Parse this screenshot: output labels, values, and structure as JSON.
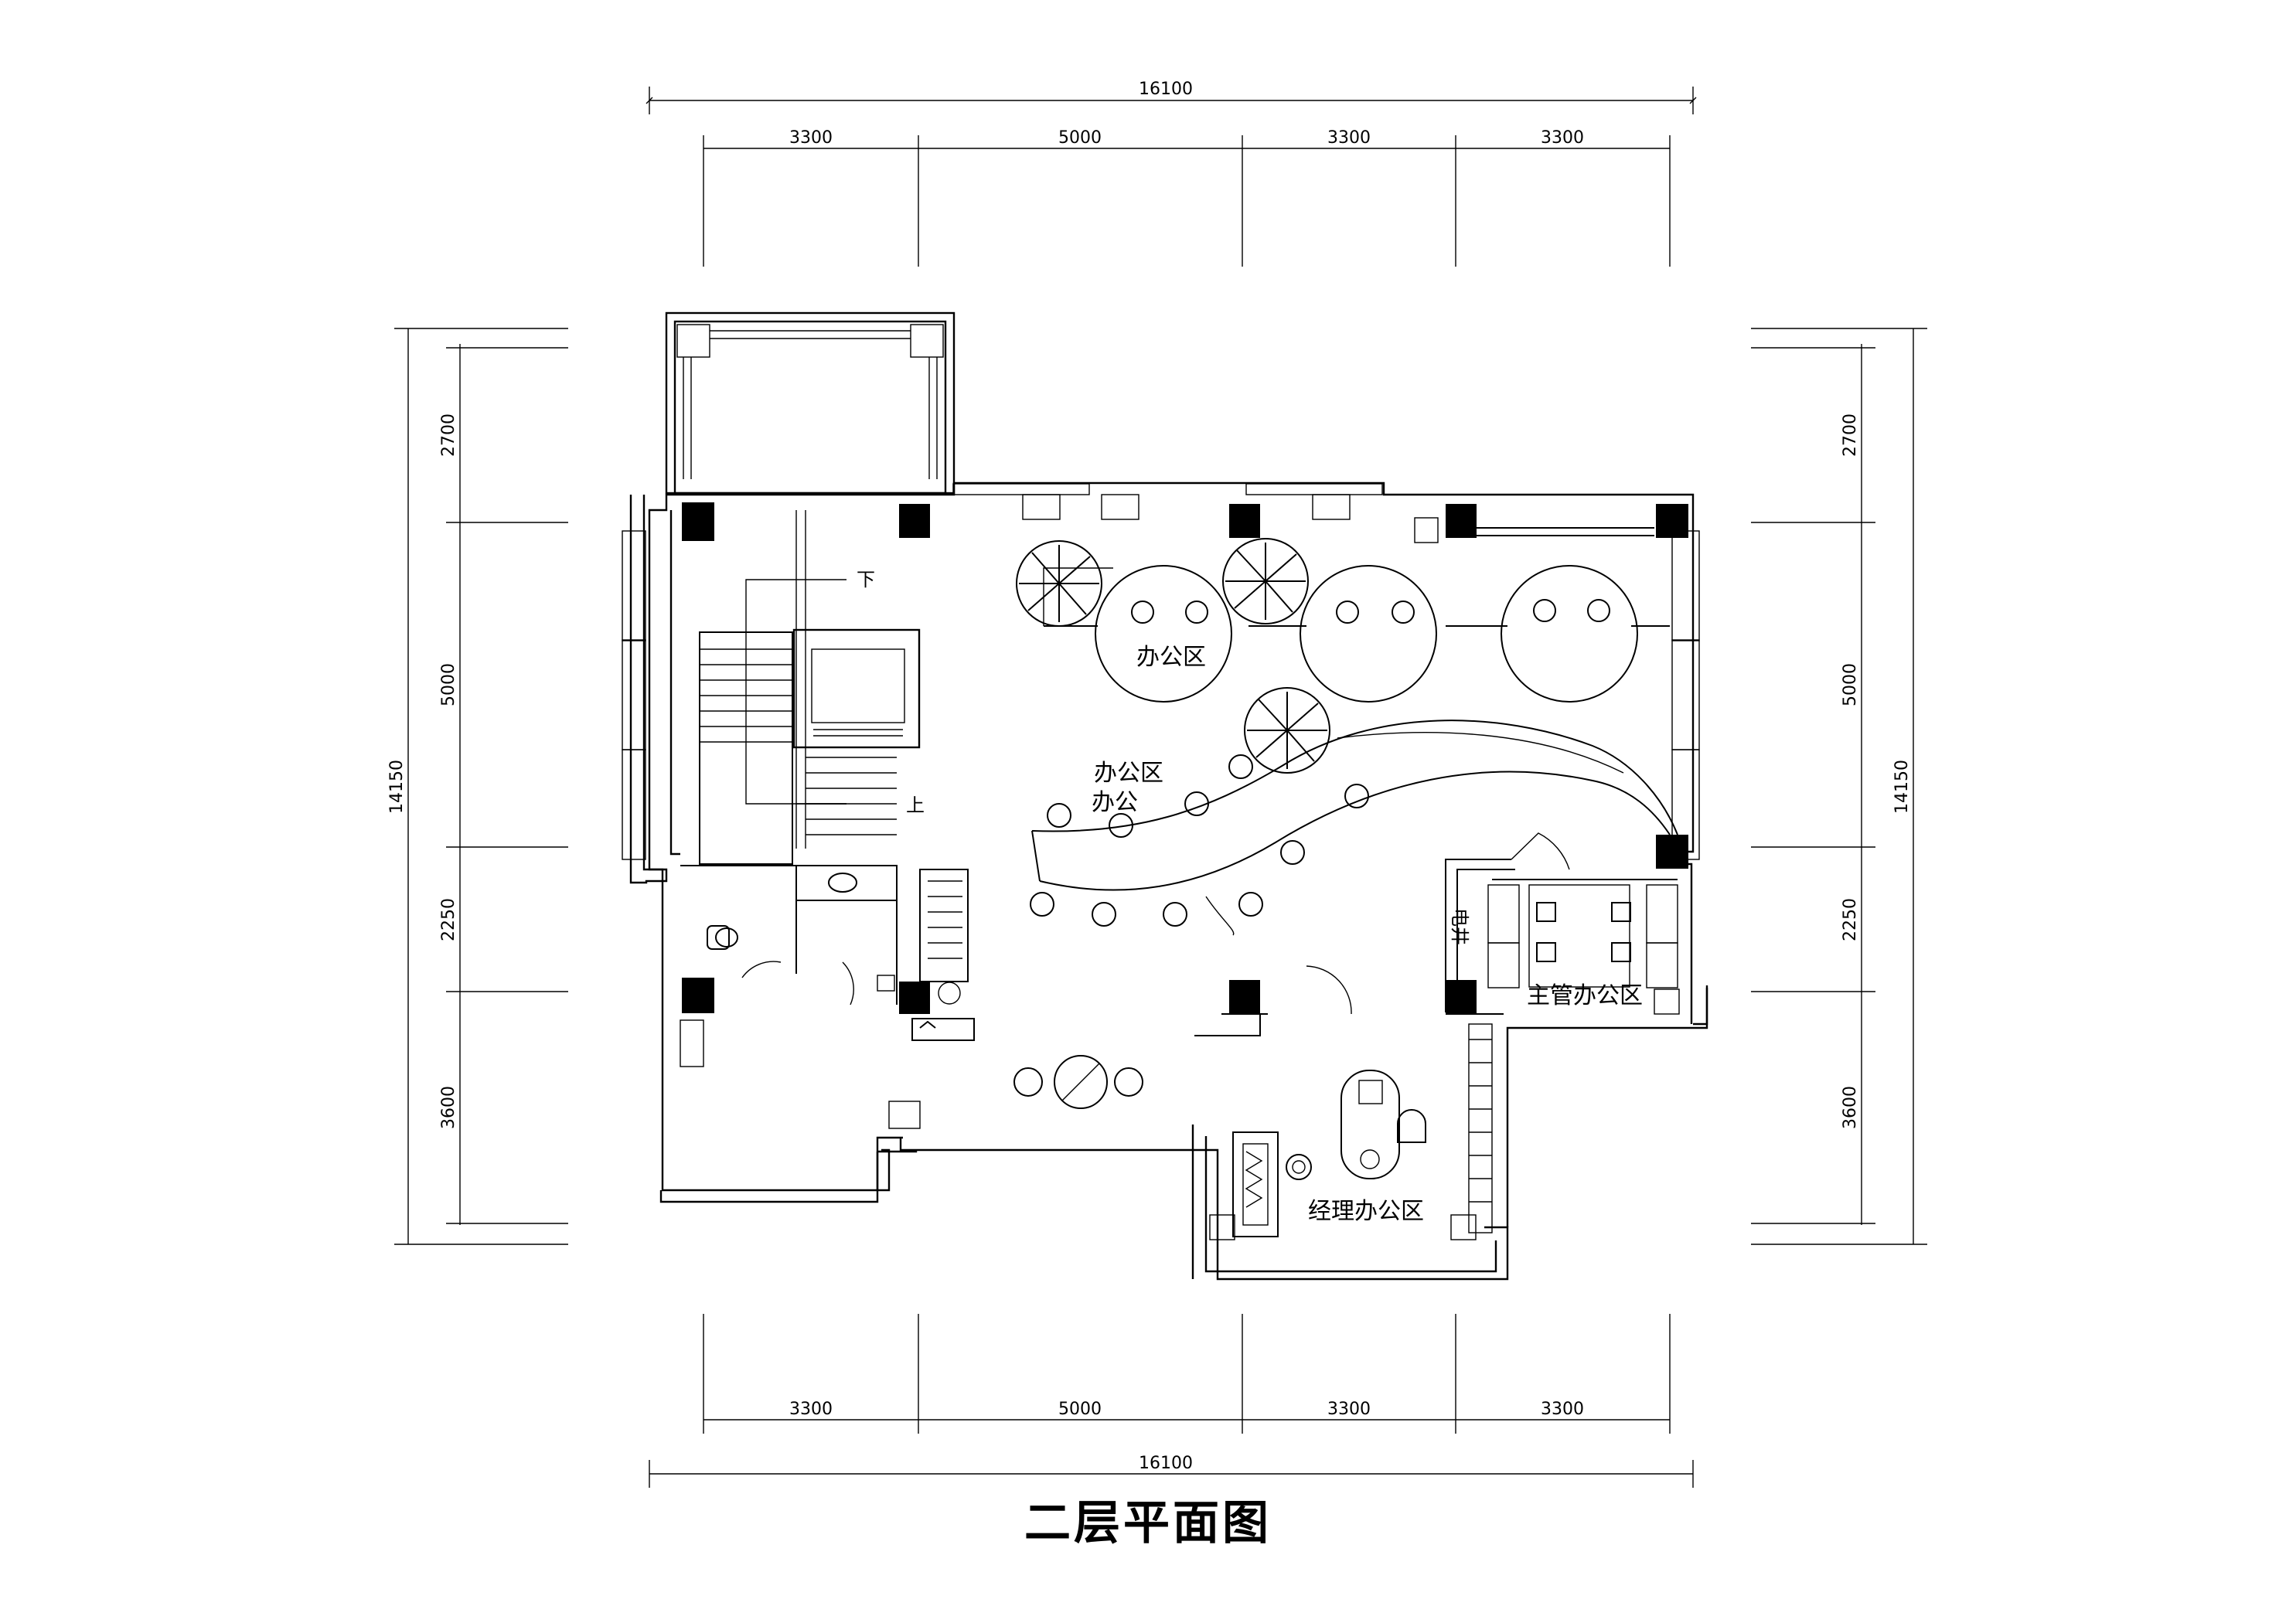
{
  "title": "二层平面图",
  "dimensions": {
    "top_total": "16100",
    "top_segments": [
      "3300",
      "5000",
      "3300",
      "3300"
    ],
    "bottom_total": "16100",
    "bottom_segments": [
      "3300",
      "5000",
      "3300",
      "3300"
    ],
    "left_total": "14150",
    "left_segments": [
      "2700",
      "5000",
      "2250",
      "3600"
    ],
    "right_total": "14150",
    "right_segments": [
      "2700",
      "5000",
      "2250",
      "3600"
    ]
  },
  "rooms": {
    "office_area_1": "办公区",
    "office_area_2": "办公区",
    "office_area_2_overlap": "办公",
    "supervisor_office": "主管办公区",
    "manager_office": "经理办公区",
    "electrical_shaft": "电井"
  },
  "stair_marks": {
    "down": "下",
    "up": "上"
  }
}
